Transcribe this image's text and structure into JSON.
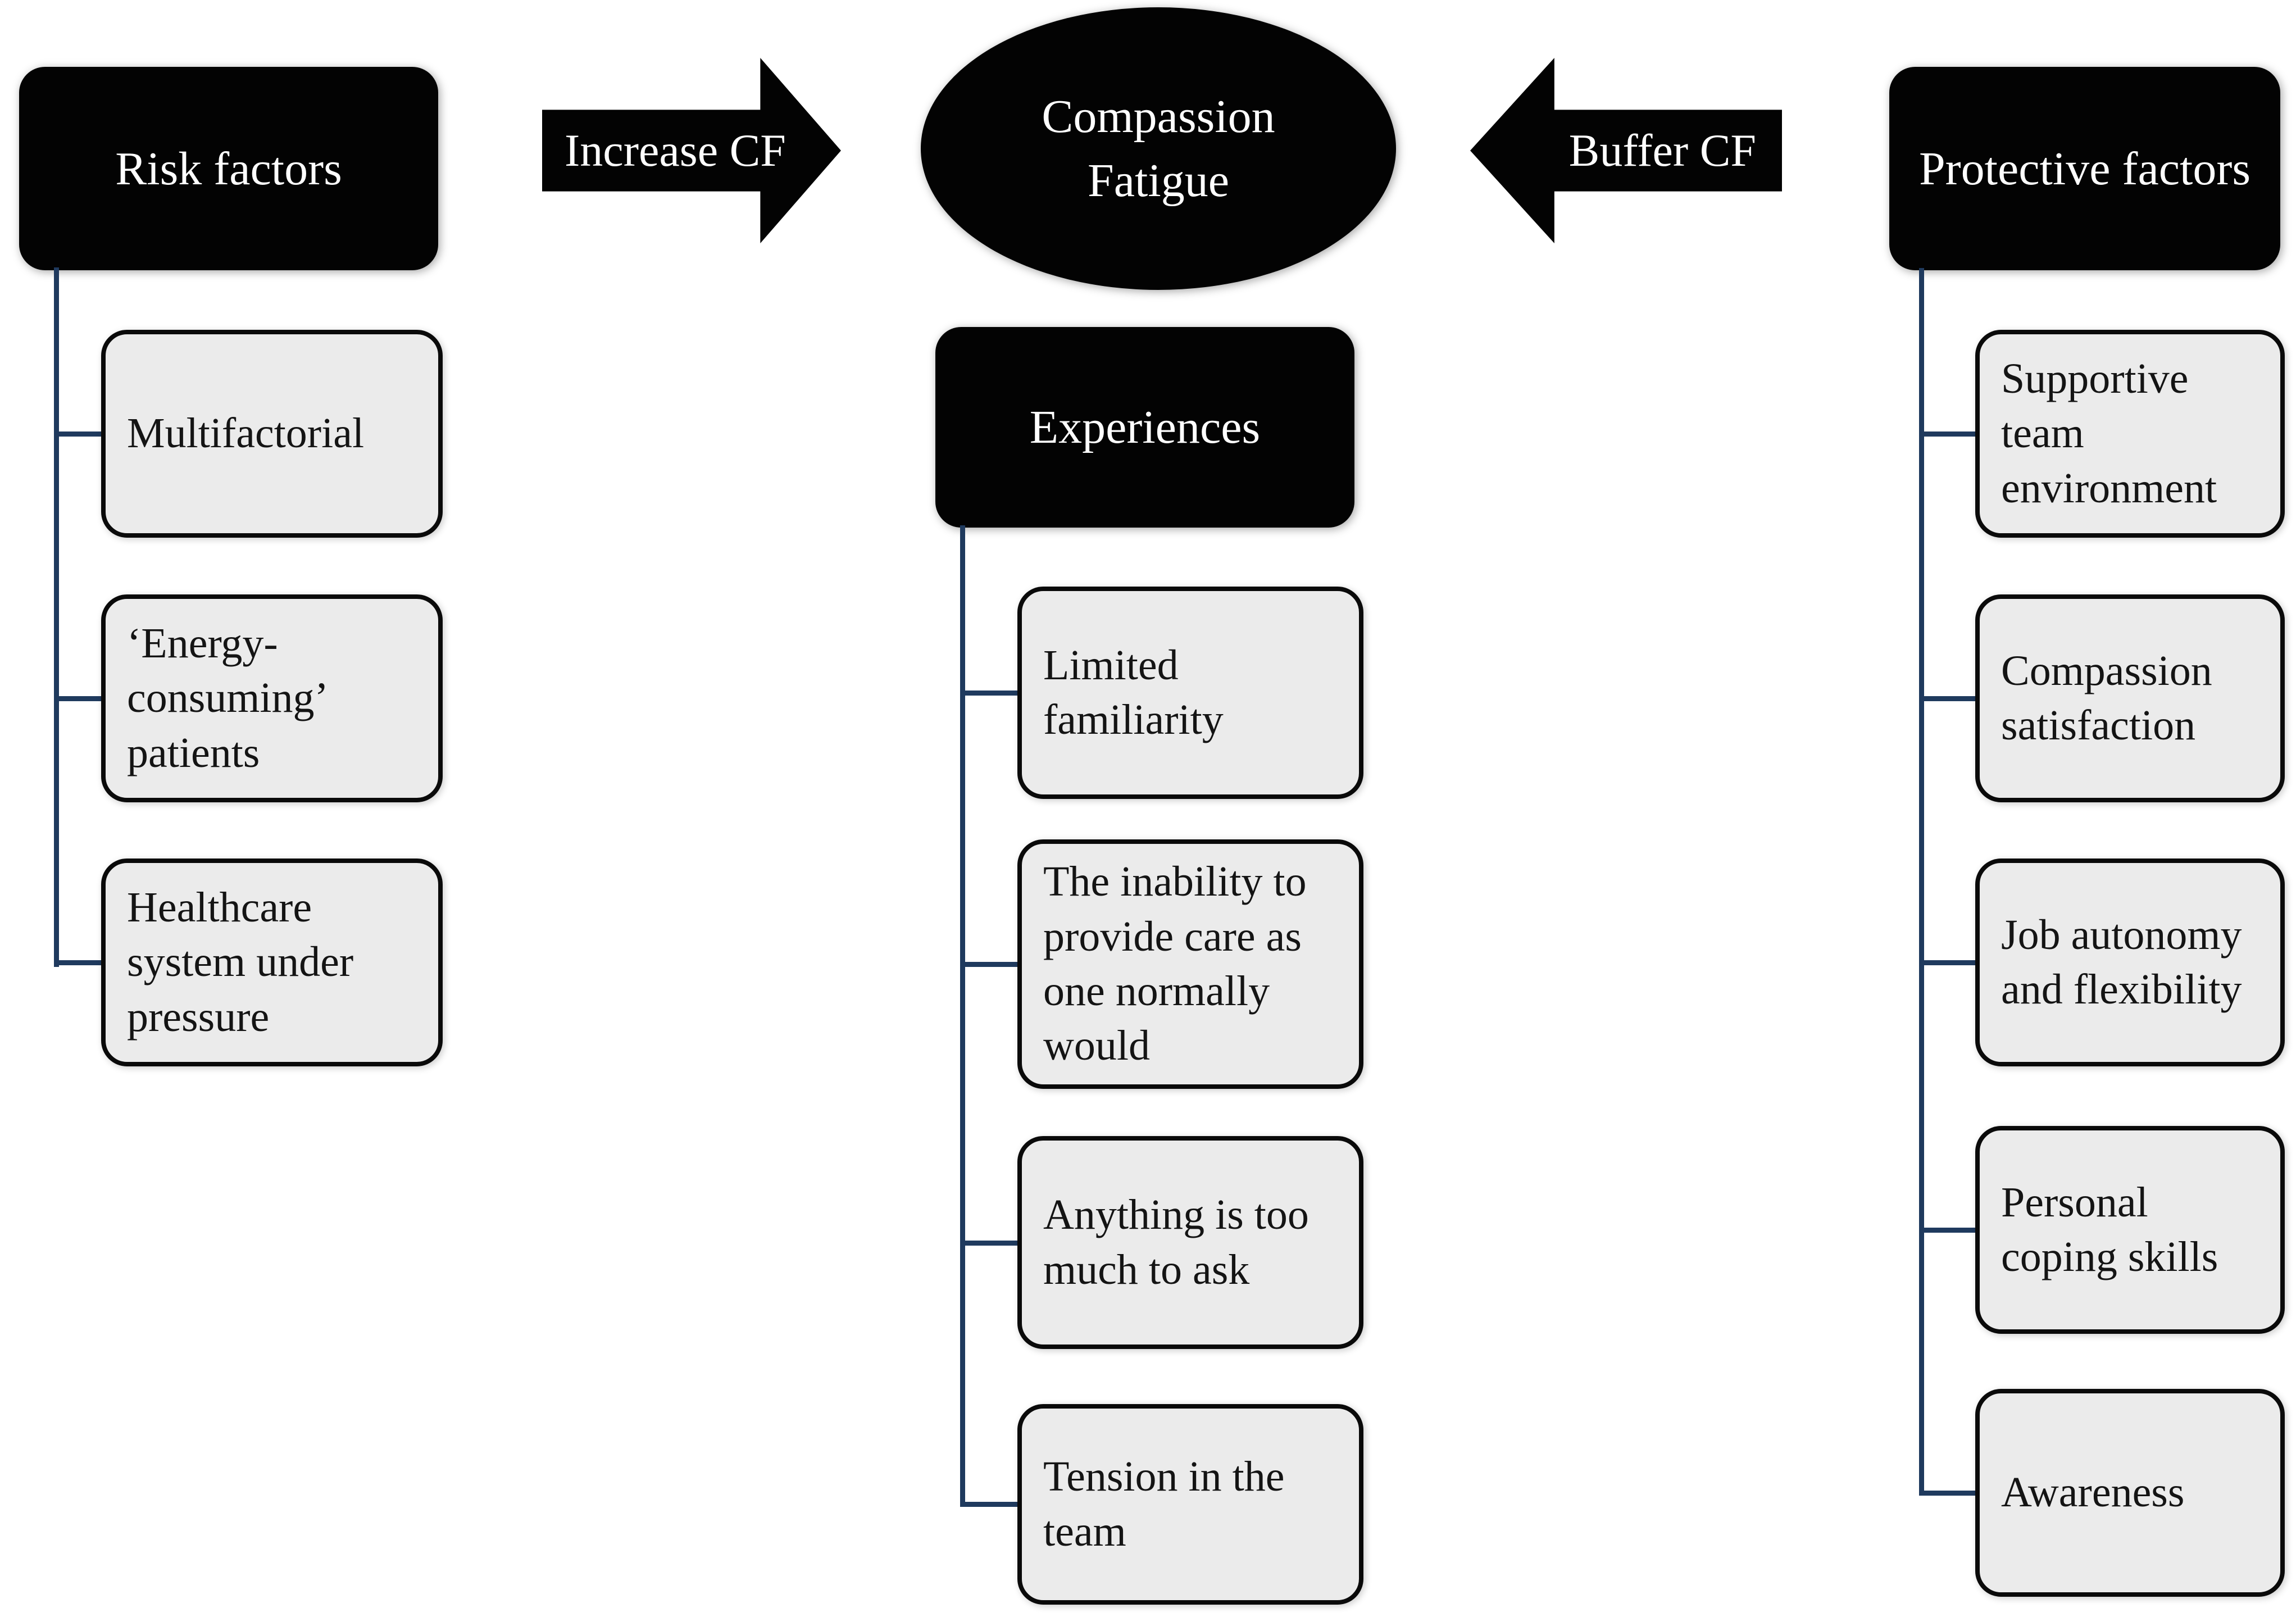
{
  "center": {
    "label": "Compassion Fatigue"
  },
  "arrows": [
    {
      "label": "Increase CF",
      "direction": "right"
    },
    {
      "label": "Buffer CF",
      "direction": "left"
    }
  ],
  "columns": [
    {
      "header": "Risk factors",
      "items": [
        "Multifactorial",
        "‘Energy-consuming’ patients",
        "Healthcare system under pressure"
      ]
    },
    {
      "header": "Experiences",
      "items": [
        "Limited familiarity",
        "The inability to provide care as one normally would",
        "Anything is too much to ask",
        "Tension in the team"
      ]
    },
    {
      "header": "Protective factors",
      "items": [
        "Supportive team environment",
        "Compassion satisfaction",
        "Job autonomy and flexibility",
        "Personal coping skills",
        "Awareness"
      ]
    }
  ],
  "colors": {
    "box_black": "#030303",
    "item_fill": "#ebebeb",
    "item_border": "#0a0a0a",
    "connector": "#1f3a5e",
    "text_light": "#ffffff",
    "text_dark": "#141414",
    "canvas_bg": "#ffffff"
  }
}
